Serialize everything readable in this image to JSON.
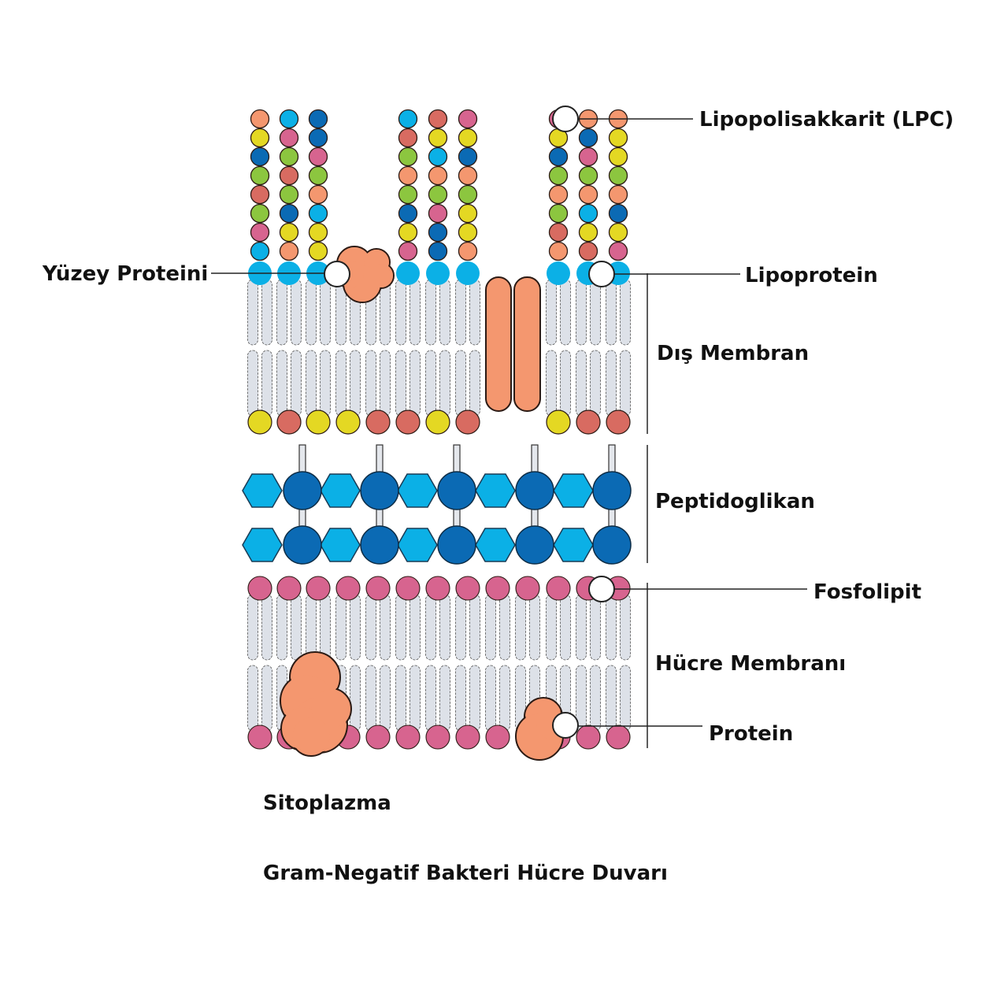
{
  "labels": {
    "lps": "Lipopolisakkarit (LPC)",
    "surface_protein": "Yüzey Proteini",
    "lipoprotein": "Lipoprotein",
    "outer_membrane": "Dış Membran",
    "peptidoglycan": "Peptidoglikan",
    "phospholipid": "Fosfolipit",
    "cell_membrane": "Hücre Membranı",
    "protein": "Protein",
    "cytoplasm": "Sitoplazma",
    "title": "Gram-Negatif Bakteri Hücre Duvarı"
  },
  "colors": {
    "O": "#f4976f",
    "Y": "#e4d823",
    "D": "#0b6ab4",
    "G": "#8cc63f",
    "R": "#d86b61",
    "P": "#d7648f",
    "C": "#0bb0e6",
    "lipid_tail": "#dde1e8",
    "protein": "#f4976f",
    "outline": "#2b1a14"
  },
  "lps_chains": [
    [
      "O",
      "Y",
      "D",
      "G",
      "R",
      "G",
      "P",
      "C"
    ],
    [
      "C",
      "P",
      "G",
      "R",
      "G",
      "D",
      "Y",
      "O"
    ],
    [
      "D",
      "D",
      "P",
      "G",
      "O",
      "C",
      "Y",
      "Y"
    ],
    [
      "C",
      "R",
      "G",
      "O",
      "G",
      "D",
      "Y",
      "P"
    ],
    [
      "R",
      "Y",
      "C",
      "O",
      "G",
      "P",
      "D",
      "D"
    ],
    [
      "P",
      "Y",
      "D",
      "O",
      "G",
      "Y",
      "Y",
      "O"
    ],
    [
      "P",
      "Y",
      "D",
      "G",
      "O",
      "G",
      "R",
      "O"
    ],
    [
      "O",
      "D",
      "P",
      "G",
      "O",
      "C",
      "Y",
      "R"
    ],
    [
      "O",
      "Y",
      "Y",
      "G",
      "O",
      "D",
      "Y",
      "P"
    ]
  ],
  "outer_inner_heads": [
    "Y",
    "R",
    "Y",
    "Y",
    "R",
    "R",
    "Y",
    "R",
    "Y",
    "R",
    "R"
  ]
}
